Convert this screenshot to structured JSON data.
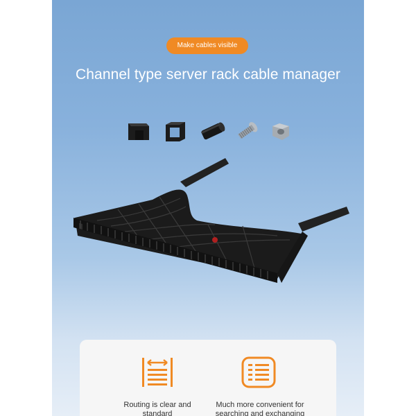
{
  "header": {
    "badge_label": "Make cables visible",
    "title": "Channel type server rack cable manager"
  },
  "colors": {
    "accent": "#f08a24",
    "panel_background": "#88b1dc",
    "product": "#1f1f1f",
    "card_background": "#f6f6f6"
  },
  "accessories": [
    {
      "name": "clip-part"
    },
    {
      "name": "square-bracket-part"
    },
    {
      "name": "cylinder-part"
    },
    {
      "name": "screw-part"
    },
    {
      "name": "cage-nut-part"
    }
  ],
  "features": [
    {
      "icon": "routing-arrows-icon",
      "label": "Routing is clear and standard"
    },
    {
      "icon": "list-document-icon",
      "label": "Much more convenient for searching and exchanging"
    }
  ]
}
